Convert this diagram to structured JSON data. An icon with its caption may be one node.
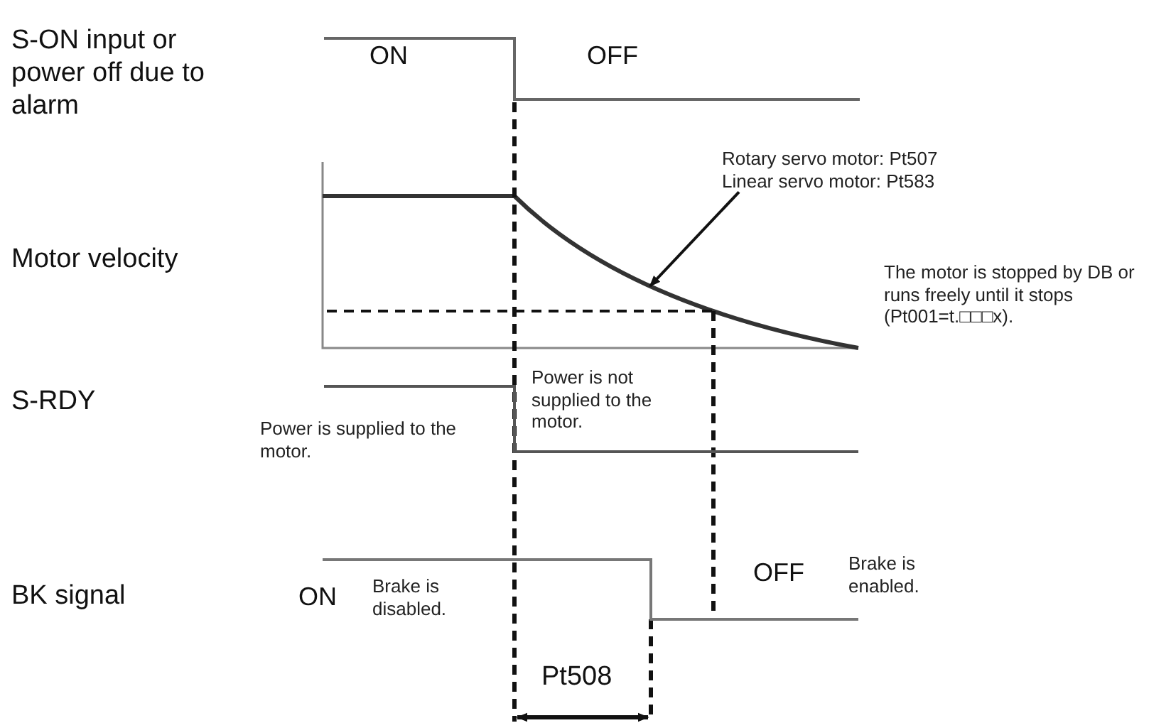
{
  "diagram": {
    "nodes": [
      {
        "text": [
          "Rotary servo motor: Pt507",
          "Linear servo motor: Pt583"
        ]
      },
      {
        "text": [],
        "shape": "curve"
      }
    ],
    "edges": [
      {
        "from": 0,
        "to": 1,
        "arrow": "to"
      }
    ],
    "labels": [
      "S-ON input or power off due to alarm",
      "ON",
      "OFF",
      "Motor velocity",
      "The motor is stopped by DB or runs freely until it stops (Pt001=t.□□□x).",
      "Power is not supplied to the motor.",
      "S-RDY",
      "Power is supplied to the motor.",
      "BK signal",
      "ON",
      "Brake is disabled.",
      "OFF",
      "Brake is enabled.",
      "Pt508"
    ]
  }
}
